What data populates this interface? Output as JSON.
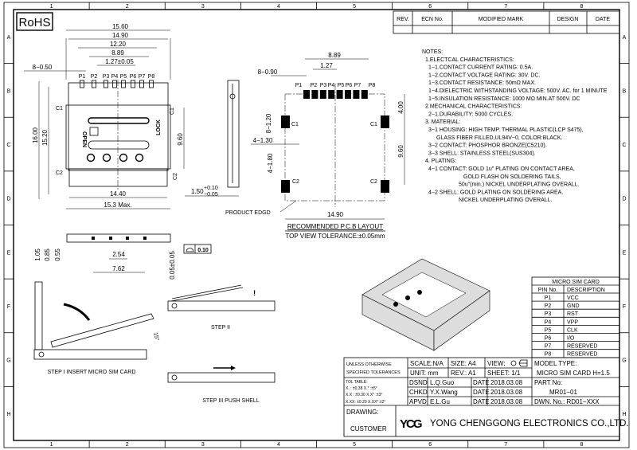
{
  "frame": {
    "cols": [
      "1",
      "2",
      "3",
      "4",
      "5",
      "6",
      "7",
      "8"
    ],
    "rows": [
      "A",
      "B",
      "C",
      "D",
      "E",
      "F",
      "G",
      "H"
    ]
  },
  "rohs": "RoHS",
  "revision_block": {
    "headers": [
      "REV.",
      "ECN No.",
      "MODIFIED MARK",
      "DESIGN",
      "DATE"
    ]
  },
  "top_view": {
    "dims": {
      "w1": "15.60",
      "w2": "14.90",
      "w3": "12.20",
      "w4": "8.89",
      "pitch": "1.27±0.05",
      "pin_w": "8−0.50",
      "h1": "16.00",
      "h2": "15.20",
      "h3": "9.60",
      "b1": "14.40",
      "b2": "15.3 Max."
    },
    "pins": [
      "P1",
      "P2",
      "P3",
      "P4",
      "P5",
      "P6",
      "P7",
      "P8"
    ],
    "c1": "C1",
    "c2": "C2",
    "open": "OPEN",
    "lock": "LOCK"
  },
  "side_view": {
    "height": "1.50",
    "tol_plus": "+0.10",
    "tol_minus": "−0.05"
  },
  "pcb_layout": {
    "dims": {
      "span": "8.89",
      "pitch": "1.27",
      "pad_w": "8−0.90",
      "pad_h": "8−1.20",
      "c_w": "4−1.30",
      "c_h": "4−1.80",
      "top": "4.00",
      "mid": "9.60",
      "width": "14.90"
    },
    "pins": [
      "P1",
      "P2",
      "P3",
      "P4",
      "P5",
      "P6",
      "P7",
      "P8"
    ],
    "c1": "C1",
    "c2": "C2",
    "edge_label": "PRODUCT EDGD",
    "title": "RECOMMENDED P.C.B LAYOUT",
    "tolerance": "TOP VIEW TOLERANCE:±0.05mm"
  },
  "front_view": {
    "d1": "1.05",
    "d2": "0.85",
    "d3": "0.55",
    "p1": "2.54",
    "p2": "7.62",
    "coplan": "0.05±0.05",
    "flatness": "0.10"
  },
  "steps": {
    "step1": "STEP I INSERT MICRO SIM CARD",
    "angle": "15°",
    "step2": "STEP II",
    "step3": "STEP III PUSH SHELL"
  },
  "notes": [
    "NOTES:",
    "1.ELECTCAL CHARACTERISTICS:",
    "1−1.CONTACT CURRENT RATING:   0.5A.",
    "1−2.CONTACT VOLTAGE RATING: 30V. DC.",
    "1−3.CONTACT RESISTANCE: 50mΩ MAX.",
    "1−4.DIELECTRIC WITHSTANDING VOLTAGE: 500V. AC. for 1 MINUTE",
    "1−5.INSULATION RESISTANCE: 1000 MΩ MIN.AT 500V. DC",
    "2.MECHANICAL CHARACTERISTICS:",
    "2−1.DURABILITY: 5000 CYCLES.",
    "3. MATERIAL:",
    "3−1 HOUSING: HIGH TEMP. THERMAL PLASTIC(LCP S475),",
    "GLASS FIBER FILLED,UL94V−0, COLOR:BLACK.",
    "3−2 CONTACT: PHOSPHOR BRONZE(C5210).",
    "3−3 SHELL: STAINLESS STEEL(SUS304).",
    "4. PLATING:",
    "4−1 CONTACT: GOLD 1u\" PLATING ON CONTACT AREA,",
    "GOLD FLASH ON SOLDERING TAILS,",
    "50u\"(min.) NICKEL UNDERPLATING OVERALL.",
    "4−2 SHELL: GOLD PLATING ON SOLDERING AREA.",
    "NICKEL UNDERPLATING OVERALL."
  ],
  "pin_table": {
    "title": "MICRO SIM CARD",
    "headers": [
      "PIN No.",
      "DESCRIPTION"
    ],
    "rows": [
      [
        "P1",
        "VCC"
      ],
      [
        "P2",
        "GND"
      ],
      [
        "P3",
        "RST"
      ],
      [
        "P4",
        "VPP"
      ],
      [
        "P5",
        "CLK"
      ],
      [
        "P6",
        "I/O"
      ],
      [
        "P7",
        "RESERVED"
      ],
      [
        "P8",
        "RESERVED"
      ]
    ]
  },
  "title_block": {
    "unless": "UNLESS OTHERWISE",
    "specified": "SPECIFIED TOLERANCES",
    "scale": "SCALE:N/A",
    "size": "SIZE:  A4",
    "view": "VIEW:",
    "unit": "UNIT:  mm",
    "rev": "REV.:  A1",
    "sheet": "SHEET:  1/1",
    "model_type_label": "MODEL TYPE:",
    "model_type": "MICRO SIM CARD H=1.5",
    "tol_table": [
      "TOL TABLE:",
      "X.  : ±0.38   X.° :±5°",
      "X.X : ±0.30   X.X° :±3°",
      "X.XX: ±0.20   X.XX°:±2°"
    ],
    "dsnd": "DSND",
    "dsnd_name": "L.Q.Guo",
    "chkd": "CHKD",
    "chkd_name": "Y.X.Wang",
    "apvd": "APVD",
    "apvd_name": "E.L.Gu",
    "date_label": "DATE",
    "date": "2018.03.08",
    "part_no_label": "PART No:",
    "part_no": "MR01−01",
    "dwn_no": "DWN. No.:  RD01−XXX",
    "drawing_label": "DRAWING:",
    "drawing": "CUSTOMER",
    "logo": "YCG",
    "company": "YONG CHENGGONG ELECTRONICS CO.,LTD."
  }
}
